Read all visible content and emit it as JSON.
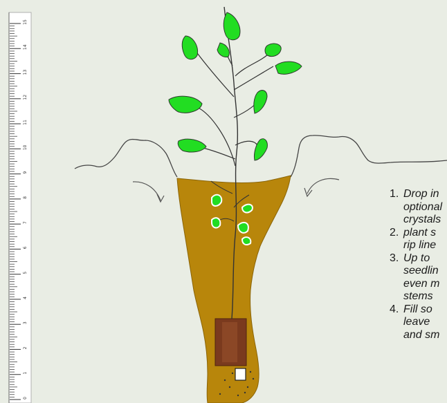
{
  "ruler": {
    "tick_labels": [
      "0",
      "1",
      "2",
      "3",
      "4",
      "5",
      "6",
      "7",
      "8",
      "9",
      "10",
      "11",
      "12",
      "13",
      "14",
      "15"
    ]
  },
  "colors": {
    "background": "#e9ede4",
    "soil": "#b8860b",
    "soil_dark": "#a57407",
    "root_plug": "#7a3a1e",
    "leaf": "#22dd22",
    "stem": "#333333",
    "ground_line": "#444444"
  },
  "steps": [
    {
      "number": "1.",
      "lines": [
        "Drop in",
        "optional",
        "crystals"
      ]
    },
    {
      "number": "2.",
      "lines": [
        "plant s",
        "rip line"
      ]
    },
    {
      "number": "3.",
      "lines": [
        "Up to",
        "seedlin",
        "even m",
        "stems"
      ]
    },
    {
      "number": "4.",
      "lines": [
        "Fill so",
        "leave",
        "and sm"
      ]
    }
  ]
}
